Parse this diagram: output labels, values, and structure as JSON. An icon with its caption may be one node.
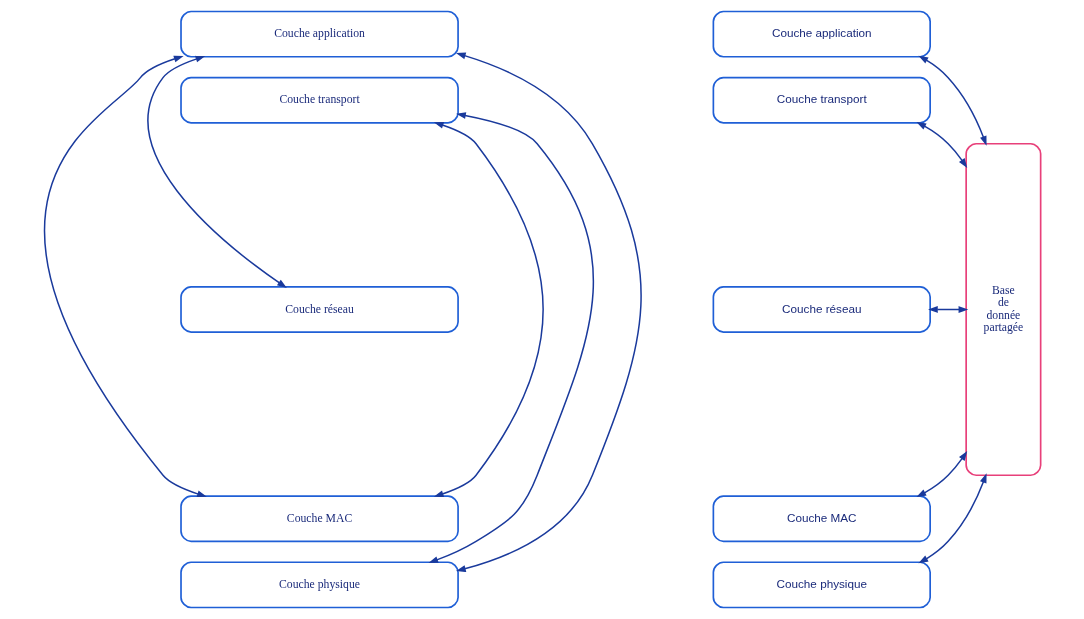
{
  "diagram": {
    "nodes": [
      {
        "text": [
          "Couche application"
        ]
      },
      {
        "text": [
          "Couche transport"
        ]
      },
      {
        "text": [
          "Couche réseau"
        ]
      },
      {
        "text": [
          "Couche MAC"
        ]
      },
      {
        "text": [
          "Couche physique"
        ]
      },
      {
        "text": [
          "Couche application"
        ]
      },
      {
        "text": [
          "Couche transport"
        ]
      },
      {
        "text": [
          "Couche réseau"
        ]
      },
      {
        "text": [
          "Couche MAC"
        ]
      },
      {
        "text": [
          "Couche physique"
        ]
      },
      {
        "text": [
          "Base de donnée partagée"
        ]
      }
    ],
    "edges": [
      {
        "from": 0,
        "to": 3,
        "arrow": "both"
      },
      {
        "from": 1,
        "to": 3,
        "arrow": "both"
      },
      {
        "from": 0,
        "to": 2,
        "arrow": "both"
      },
      {
        "from": 1,
        "to": 4,
        "arrow": "both"
      },
      {
        "from": 0,
        "to": 4,
        "arrow": "both"
      },
      {
        "from": 5,
        "to": 10,
        "arrow": "both"
      },
      {
        "from": 6,
        "to": 10,
        "arrow": "both"
      },
      {
        "from": 7,
        "to": 10,
        "arrow": "both"
      },
      {
        "from": 8,
        "to": 10,
        "arrow": "both"
      },
      {
        "from": 9,
        "to": 10,
        "arrow": "both"
      }
    ]
  }
}
